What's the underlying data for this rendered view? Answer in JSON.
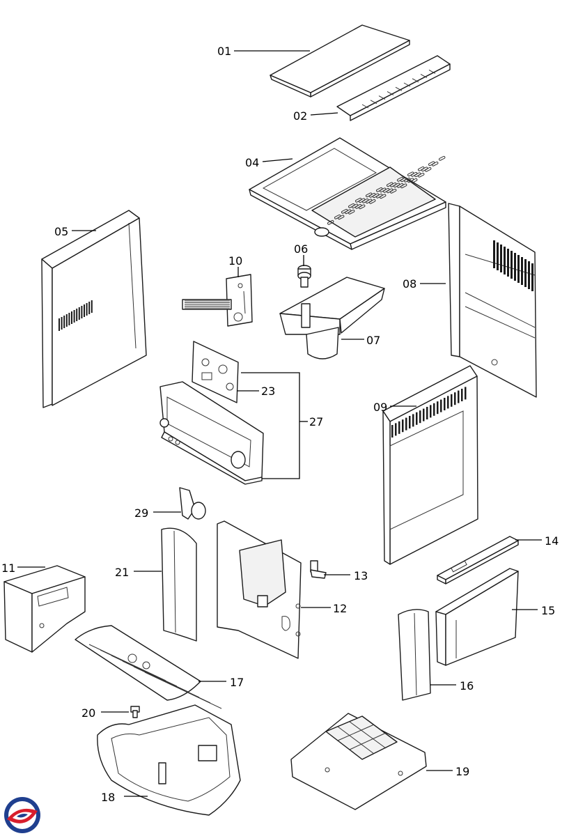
{
  "diagram": {
    "callouts": [
      {
        "id": "p01",
        "label": "01"
      },
      {
        "id": "p02",
        "label": "02"
      },
      {
        "id": "p04",
        "label": "04"
      },
      {
        "id": "p05",
        "label": "05"
      },
      {
        "id": "p06",
        "label": "06"
      },
      {
        "id": "p07",
        "label": "07"
      },
      {
        "id": "p08",
        "label": "08"
      },
      {
        "id": "p09",
        "label": "09"
      },
      {
        "id": "p10",
        "label": "10"
      },
      {
        "id": "p11",
        "label": "11"
      },
      {
        "id": "p12",
        "label": "12"
      },
      {
        "id": "p13",
        "label": "13"
      },
      {
        "id": "p14",
        "label": "14"
      },
      {
        "id": "p15",
        "label": "15"
      },
      {
        "id": "p16",
        "label": "16"
      },
      {
        "id": "p17",
        "label": "17"
      },
      {
        "id": "p18",
        "label": "18"
      },
      {
        "id": "p19",
        "label": "19"
      },
      {
        "id": "p20",
        "label": "20"
      },
      {
        "id": "p21",
        "label": "21"
      },
      {
        "id": "p23",
        "label": "23"
      },
      {
        "id": "p27",
        "label": "27"
      },
      {
        "id": "p29",
        "label": "29"
      }
    ],
    "logo_colors": {
      "blue": "#1f3f8f",
      "red": "#d81e2c"
    }
  }
}
